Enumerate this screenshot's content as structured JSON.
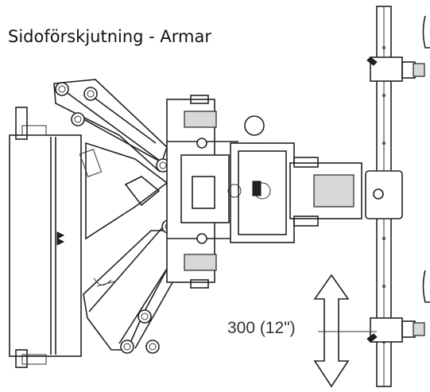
{
  "title": "Sidoförskjutning - Armar",
  "dimension": {
    "label": "300 (12\")"
  },
  "icons": {
    "dimension_arrow": "double-headed-vertical-arrow"
  }
}
